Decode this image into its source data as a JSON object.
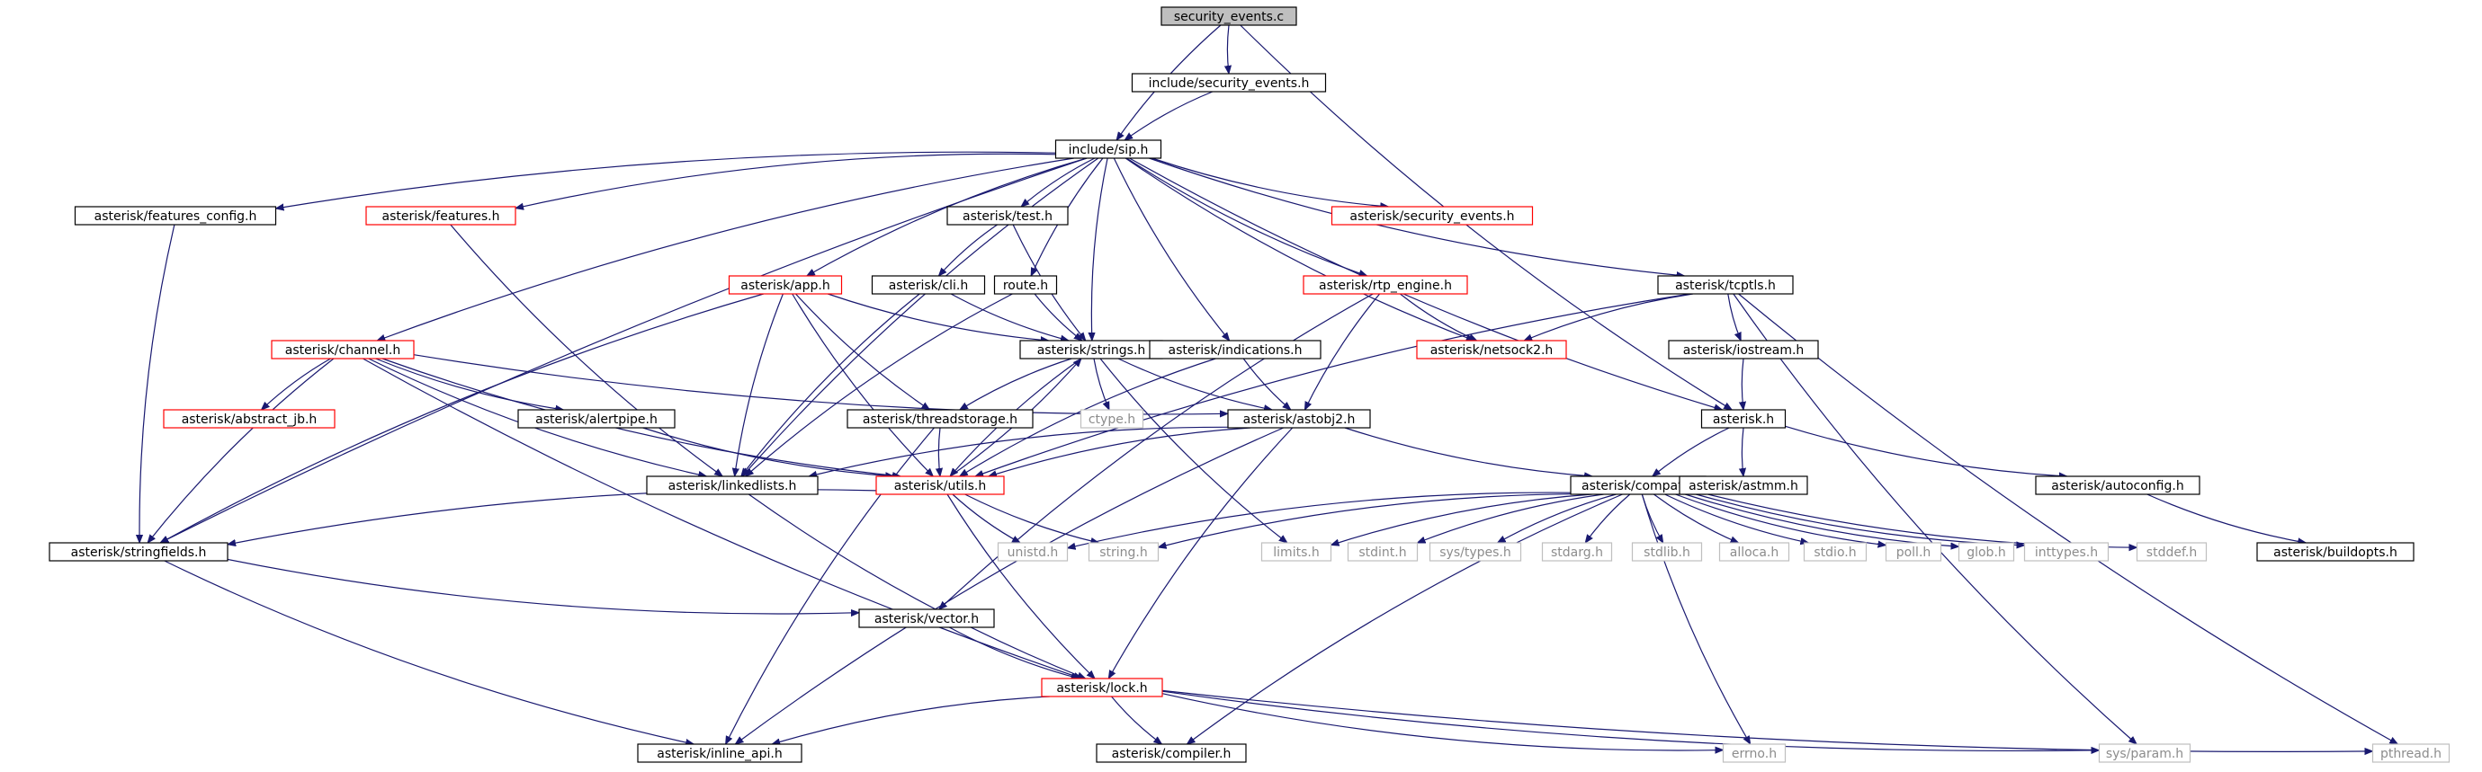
{
  "diagram": {
    "title": "",
    "colors": {
      "edge": "#191970",
      "border_normal": "#000000",
      "border_truncated": "#ff0000",
      "border_external": "#bfbfbf",
      "fill_root": "#bfbfbf",
      "fill_normal": "#ffffff",
      "text_normal": "#000000",
      "text_external": "#8c8c8c"
    },
    "nodes": [
      {
        "id": "security_events_c",
        "label": "security_events.c",
        "kind": "root"
      },
      {
        "id": "include_security_events_h",
        "label": "include/security_events.h",
        "kind": "normal"
      },
      {
        "id": "include_sip_h",
        "label": "include/sip.h",
        "kind": "normal"
      },
      {
        "id": "features_config_h",
        "label": "asterisk/features_config.h",
        "kind": "normal"
      },
      {
        "id": "features_h",
        "label": "asterisk/features.h",
        "kind": "truncated"
      },
      {
        "id": "test_h",
        "label": "asterisk/test.h",
        "kind": "normal"
      },
      {
        "id": "ast_security_events_h",
        "label": "asterisk/security_events.h",
        "kind": "truncated"
      },
      {
        "id": "cli_h",
        "label": "asterisk/cli.h",
        "kind": "normal"
      },
      {
        "id": "route_h",
        "label": "route.h",
        "kind": "normal"
      },
      {
        "id": "app_h",
        "label": "asterisk/app.h",
        "kind": "truncated"
      },
      {
        "id": "rtp_engine_h",
        "label": "asterisk/rtp_engine.h",
        "kind": "truncated"
      },
      {
        "id": "tcptls_h",
        "label": "asterisk/tcptls.h",
        "kind": "normal"
      },
      {
        "id": "channel_h",
        "label": "asterisk/channel.h",
        "kind": "truncated"
      },
      {
        "id": "strings_h",
        "label": "asterisk/strings.h",
        "kind": "normal"
      },
      {
        "id": "indications_h",
        "label": "asterisk/indications.h",
        "kind": "normal"
      },
      {
        "id": "netsock2_h",
        "label": "asterisk/netsock2.h",
        "kind": "truncated"
      },
      {
        "id": "iostream_h",
        "label": "asterisk/iostream.h",
        "kind": "normal"
      },
      {
        "id": "abstract_jb_h",
        "label": "asterisk/abstract_jb.h",
        "kind": "truncated"
      },
      {
        "id": "alertpipe_h",
        "label": "asterisk/alertpipe.h",
        "kind": "normal"
      },
      {
        "id": "threadstorage_h",
        "label": "asterisk/threadstorage.h",
        "kind": "normal"
      },
      {
        "id": "ctype_h",
        "label": "ctype.h",
        "kind": "external"
      },
      {
        "id": "astobj2_h",
        "label": "asterisk/astobj2.h",
        "kind": "normal"
      },
      {
        "id": "asterisk_h",
        "label": "asterisk.h",
        "kind": "normal"
      },
      {
        "id": "linkedlists_h",
        "label": "asterisk/linkedlists.h",
        "kind": "normal"
      },
      {
        "id": "utils_h",
        "label": "asterisk/utils.h",
        "kind": "truncated"
      },
      {
        "id": "compat_h",
        "label": "asterisk/compat.h",
        "kind": "normal"
      },
      {
        "id": "astmm_h",
        "label": "asterisk/astmm.h",
        "kind": "normal"
      },
      {
        "id": "autoconfig_h",
        "label": "asterisk/autoconfig.h",
        "kind": "normal"
      },
      {
        "id": "stringfields_h",
        "label": "asterisk/stringfields.h",
        "kind": "normal"
      },
      {
        "id": "unistd_h",
        "label": "unistd.h",
        "kind": "external"
      },
      {
        "id": "string_h",
        "label": "string.h",
        "kind": "external"
      },
      {
        "id": "limits_h",
        "label": "limits.h",
        "kind": "external"
      },
      {
        "id": "stdint_h",
        "label": "stdint.h",
        "kind": "external"
      },
      {
        "id": "sys_types_h",
        "label": "sys/types.h",
        "kind": "external"
      },
      {
        "id": "stdarg_h",
        "label": "stdarg.h",
        "kind": "external"
      },
      {
        "id": "stdlib_h",
        "label": "stdlib.h",
        "kind": "external"
      },
      {
        "id": "alloca_h",
        "label": "alloca.h",
        "kind": "external"
      },
      {
        "id": "stdio_h",
        "label": "stdio.h",
        "kind": "external"
      },
      {
        "id": "poll_h",
        "label": "poll.h",
        "kind": "external"
      },
      {
        "id": "glob_h",
        "label": "glob.h",
        "kind": "external"
      },
      {
        "id": "inttypes_h",
        "label": "inttypes.h",
        "kind": "external"
      },
      {
        "id": "stddef_h",
        "label": "stddef.h",
        "kind": "external"
      },
      {
        "id": "buildopts_h",
        "label": "asterisk/buildopts.h",
        "kind": "normal"
      },
      {
        "id": "vector_h",
        "label": "asterisk/vector.h",
        "kind": "normal"
      },
      {
        "id": "lock_h",
        "label": "asterisk/lock.h",
        "kind": "truncated"
      },
      {
        "id": "inline_api_h",
        "label": "asterisk/inline_api.h",
        "kind": "normal"
      },
      {
        "id": "compiler_h",
        "label": "asterisk/compiler.h",
        "kind": "normal"
      },
      {
        "id": "errno_h",
        "label": "errno.h",
        "kind": "external"
      },
      {
        "id": "sys_param_h",
        "label": "sys/param.h",
        "kind": "external"
      },
      {
        "id": "pthread_h",
        "label": "pthread.h",
        "kind": "external"
      }
    ],
    "edges": [
      [
        "security_events_c",
        "include_security_events_h"
      ],
      [
        "security_events_c",
        "include_sip_h"
      ],
      [
        "security_events_c",
        "asterisk_h"
      ],
      [
        "include_security_events_h",
        "include_sip_h"
      ],
      [
        "include_sip_h",
        "features_config_h"
      ],
      [
        "include_sip_h",
        "features_h"
      ],
      [
        "include_sip_h",
        "test_h"
      ],
      [
        "include_sip_h",
        "ast_security_events_h"
      ],
      [
        "include_sip_h",
        "route_h"
      ],
      [
        "include_sip_h",
        "app_h"
      ],
      [
        "include_sip_h",
        "rtp_engine_h"
      ],
      [
        "include_sip_h",
        "tcptls_h"
      ],
      [
        "include_sip_h",
        "channel_h"
      ],
      [
        "include_sip_h",
        "strings_h"
      ],
      [
        "include_sip_h",
        "indications_h"
      ],
      [
        "include_sip_h",
        "netsock2_h"
      ],
      [
        "include_sip_h",
        "asterisk_h"
      ],
      [
        "include_sip_h",
        "linkedlists_h"
      ],
      [
        "include_sip_h",
        "stringfields_h"
      ],
      [
        "features_config_h",
        "stringfields_h"
      ],
      [
        "features_h",
        "linkedlists_h"
      ],
      [
        "test_h",
        "cli_h"
      ],
      [
        "test_h",
        "strings_h"
      ],
      [
        "cli_h",
        "strings_h"
      ],
      [
        "cli_h",
        "linkedlists_h"
      ],
      [
        "route_h",
        "strings_h"
      ],
      [
        "route_h",
        "linkedlists_h"
      ],
      [
        "app_h",
        "strings_h"
      ],
      [
        "app_h",
        "threadstorage_h"
      ],
      [
        "app_h",
        "linkedlists_h"
      ],
      [
        "app_h",
        "utils_h"
      ],
      [
        "app_h",
        "stringfields_h"
      ],
      [
        "rtp_engine_h",
        "netsock2_h"
      ],
      [
        "rtp_engine_h",
        "astobj2_h"
      ],
      [
        "rtp_engine_h",
        "vector_h"
      ],
      [
        "tcptls_h",
        "netsock2_h"
      ],
      [
        "tcptls_h",
        "iostream_h"
      ],
      [
        "tcptls_h",
        "utils_h"
      ],
      [
        "tcptls_h",
        "sys_param_h"
      ],
      [
        "tcptls_h",
        "pthread_h"
      ],
      [
        "iostream_h",
        "asterisk_h"
      ],
      [
        "channel_h",
        "abstract_jb_h"
      ],
      [
        "channel_h",
        "alertpipe_h"
      ],
      [
        "channel_h",
        "astobj2_h"
      ],
      [
        "channel_h",
        "linkedlists_h"
      ],
      [
        "channel_h",
        "utils_h"
      ],
      [
        "channel_h",
        "stringfields_h"
      ],
      [
        "channel_h",
        "lock_h"
      ],
      [
        "strings_h",
        "ctype_h"
      ],
      [
        "strings_h",
        "threadstorage_h"
      ],
      [
        "strings_h",
        "astobj2_h"
      ],
      [
        "strings_h",
        "utils_h"
      ],
      [
        "strings_h",
        "limits_h"
      ],
      [
        "indications_h",
        "astobj2_h"
      ],
      [
        "indications_h",
        "utils_h"
      ],
      [
        "alertpipe_h",
        "utils_h"
      ],
      [
        "threadstorage_h",
        "utils_h"
      ],
      [
        "threadstorage_h",
        "inline_api_h"
      ],
      [
        "astobj2_h",
        "compat_h"
      ],
      [
        "astobj2_h",
        "linkedlists_h"
      ],
      [
        "astobj2_h",
        "lock_h"
      ],
      [
        "astobj2_h",
        "inline_api_h"
      ],
      [
        "astobj2_h",
        "utils_h"
      ],
      [
        "asterisk_h",
        "compat_h"
      ],
      [
        "asterisk_h",
        "astmm_h"
      ],
      [
        "asterisk_h",
        "autoconfig_h"
      ],
      [
        "autoconfig_h",
        "buildopts_h"
      ],
      [
        "utils_h",
        "strings_h"
      ],
      [
        "utils_h",
        "unistd_h"
      ],
      [
        "utils_h",
        "string_h"
      ],
      [
        "utils_h",
        "lock_h"
      ],
      [
        "utils_h",
        "stringfields_h"
      ],
      [
        "linkedlists_h",
        "lock_h"
      ],
      [
        "stringfields_h",
        "vector_h"
      ],
      [
        "stringfields_h",
        "inline_api_h"
      ],
      [
        "vector_h",
        "lock_h"
      ],
      [
        "lock_h",
        "inline_api_h"
      ],
      [
        "lock_h",
        "compiler_h"
      ],
      [
        "lock_h",
        "errno_h"
      ],
      [
        "lock_h",
        "sys_param_h"
      ],
      [
        "lock_h",
        "pthread_h"
      ],
      [
        "compat_h",
        "unistd_h"
      ],
      [
        "compat_h",
        "string_h"
      ],
      [
        "compat_h",
        "limits_h"
      ],
      [
        "compat_h",
        "stdint_h"
      ],
      [
        "compat_h",
        "sys_types_h"
      ],
      [
        "compat_h",
        "stdarg_h"
      ],
      [
        "compat_h",
        "stdlib_h"
      ],
      [
        "compat_h",
        "alloca_h"
      ],
      [
        "compat_h",
        "stdio_h"
      ],
      [
        "compat_h",
        "poll_h"
      ],
      [
        "compat_h",
        "glob_h"
      ],
      [
        "compat_h",
        "inttypes_h"
      ],
      [
        "compat_h",
        "stddef_h"
      ],
      [
        "compat_h",
        "compiler_h"
      ],
      [
        "compat_h",
        "errno_h"
      ]
    ]
  }
}
